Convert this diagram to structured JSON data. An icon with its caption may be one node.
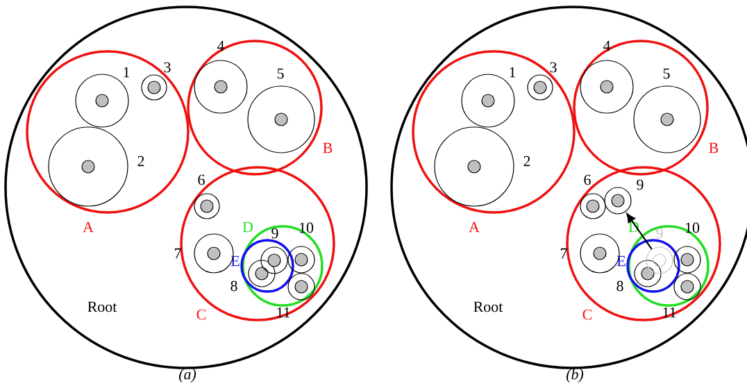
{
  "diagram": {
    "nodes": [
      {
        "text": [
          "Root"
        ]
      },
      {
        "text": [
          "A"
        ],
        "in": 0
      },
      {
        "text": [
          "B"
        ],
        "in": 0
      },
      {
        "text": [
          "C"
        ],
        "in": 0
      },
      {
        "text": [
          "D"
        ],
        "in": 3
      },
      {
        "text": [
          "E"
        ],
        "in": 4
      },
      {
        "text": [
          "1"
        ],
        "in": 1
      },
      {
        "text": [
          "2"
        ],
        "in": 1
      },
      {
        "text": [
          "3"
        ],
        "in": 1
      },
      {
        "text": [
          "4"
        ],
        "in": 2
      },
      {
        "text": [
          "5"
        ],
        "in": 2
      },
      {
        "text": [
          "6"
        ],
        "in": 3
      },
      {
        "text": [
          "7"
        ],
        "in": 3
      },
      {
        "text": [
          "8"
        ],
        "in": 5
      },
      {
        "text": [
          "9"
        ],
        "in": 5
      },
      {
        "text": [
          "10"
        ],
        "in": 4
      },
      {
        "text": [
          "11"
        ],
        "in": 4
      },
      {
        "text": [
          "Root"
        ]
      },
      {
        "text": [
          "A"
        ],
        "in": 17
      },
      {
        "text": [
          "B"
        ],
        "in": 17
      },
      {
        "text": [
          "C"
        ],
        "in": 17
      },
      {
        "text": [
          "D"
        ],
        "in": 20
      },
      {
        "text": [
          "E"
        ],
        "in": 21
      },
      {
        "text": [
          "1"
        ],
        "in": 18
      },
      {
        "text": [
          "2"
        ],
        "in": 18
      },
      {
        "text": [
          "3"
        ],
        "in": 18
      },
      {
        "text": [
          "4"
        ],
        "in": 19
      },
      {
        "text": [
          "5"
        ],
        "in": 19
      },
      {
        "text": [
          "6"
        ],
        "in": 20
      },
      {
        "text": [
          "7"
        ],
        "in": 20
      },
      {
        "text": [
          "8"
        ],
        "in": 22
      },
      {
        "text": [
          "9"
        ],
        "in": 20
      },
      {
        "text": [
          "10"
        ],
        "in": 21
      },
      {
        "text": [
          "11"
        ],
        "in": 21
      },
      {
        "text": [
          "9"
        ],
        "in": 22
      }
    ],
    "edges": [
      {
        "from": 34,
        "to": 31,
        "arrow": "to"
      }
    ],
    "labels": [
      "(a)",
      "(b)"
    ]
  }
}
